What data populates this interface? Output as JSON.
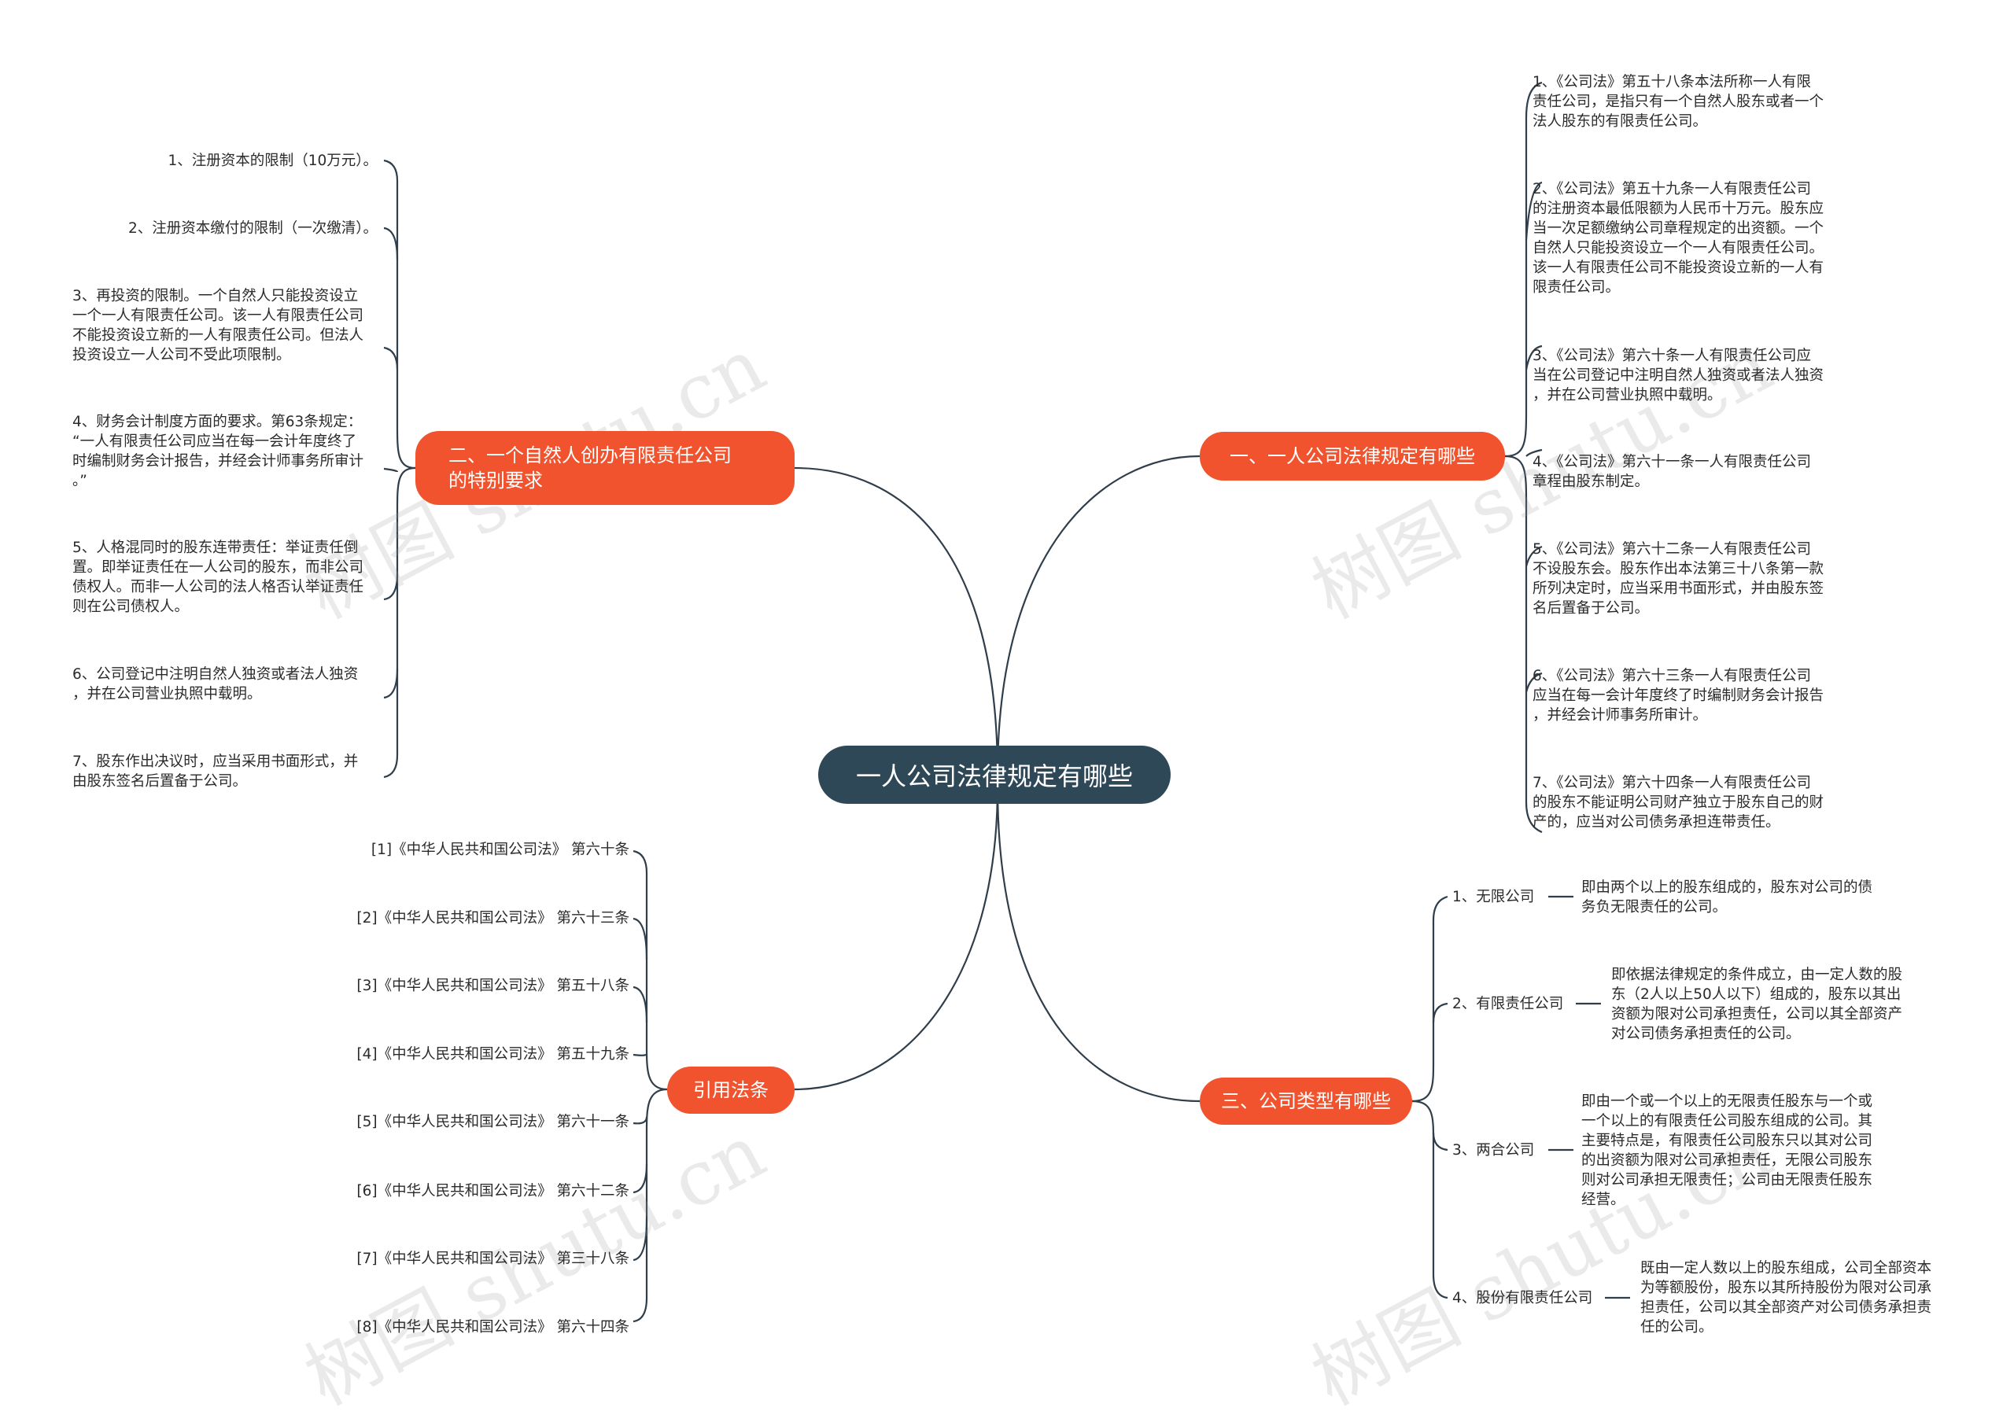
{
  "root": {
    "title": "一人公司法律规定有哪些"
  },
  "watermark": "树图 shutu.cn",
  "colors": {
    "root": "#2f4858",
    "branch": "#f1532e",
    "line": "#2f3e4a"
  },
  "branch1": {
    "title": "一、一人公司法律规定有哪些",
    "items": [
      "1、《公司法》第五十八条本法所称一人有限\n责任公司，是指只有一个自然人股东或者一个\n法人股东的有限责任公司。",
      "2、《公司法》第五十九条一人有限责任公司\n的注册资本最低限额为人民币十万元。股东应\n当一次足额缴纳公司章程规定的出资额。一个\n自然人只能投资设立一个一人有限责任公司。\n该一人有限责任公司不能投资设立新的一人有\n限责任公司。",
      "3、《公司法》第六十条一人有限责任公司应\n当在公司登记中注明自然人独资或者法人独资\n，并在公司营业执照中载明。",
      "4、《公司法》第六十一条一人有限责任公司\n章程由股东制定。",
      "5、《公司法》第六十二条一人有限责任公司\n不设股东会。股东作出本法第三十八条第一款\n所列决定时，应当采用书面形式，并由股东签\n名后置备于公司。",
      "6、《公司法》第六十三条一人有限责任公司\n应当在每一会计年度终了时编制财务会计报告\n，并经会计师事务所审计。",
      "7、《公司法》第六十四条一人有限责任公司\n的股东不能证明公司财产独立于股东自己的财\n产的，应当对公司债务承担连带责任。"
    ]
  },
  "branch2": {
    "title": "二、一个自然人创办有限责任公司\n的特别要求",
    "items": [
      "1、注册资本的限制（10万元）。",
      "2、注册资本缴付的限制（一次缴清）。",
      "3、再投资的限制。一个自然人只能投资设立\n一个一人有限责任公司。该一人有限责任公司\n不能投资设立新的一人有限责任公司。但法人\n投资设立一人公司不受此项限制。",
      "4、财务会计制度方面的要求。第63条规定：\n“一人有限责任公司应当在每一会计年度终了\n时编制财务会计报告，并经会计师事务所审计\n。”",
      "5、人格混同时的股东连带责任：举证责任倒\n置。即举证责任在一人公司的股东，而非公司\n债权人。而非一人公司的法人格否认举证责任\n则在公司债权人。",
      "6、公司登记中注明自然人独资或者法人独资\n，并在公司营业执照中载明。",
      "7、股东作出决议时，应当采用书面形式，并\n由股东签名后置备于公司。"
    ]
  },
  "branch3": {
    "title": "三、公司类型有哪些",
    "items": [
      {
        "label": "1、无限公司",
        "desc": "即由两个以上的股东组成的，股东对公司的债\n务负无限责任的公司。"
      },
      {
        "label": "2、有限责任公司",
        "desc": "即依据法律规定的条件成立，由一定人数的股\n东（2人以上50人以下）组成的，股东以其出\n资额为限对公司承担责任，公司以其全部资产\n对公司债务承担责任的公司。"
      },
      {
        "label": "3、两合公司",
        "desc": "即由一个或一个以上的无限责任股东与一个或\n一个以上的有限责任公司股东组成的公司。其\n主要特点是，有限责任公司股东只以其对公司\n的出资额为限对公司承担责任，无限公司股东\n则对公司承担无限责任；公司由无限责任股东\n经营。"
      },
      {
        "label": "4、股份有限责任公司",
        "desc": "既由一定人数以上的股东组成，公司全部资本\n为等额股份，股东以其所持股份为限对公司承\n担责任，公司以其全部资产对公司债务承担责\n任的公司。"
      }
    ]
  },
  "branch4": {
    "title": "引用法条",
    "items": [
      "[1]《中华人民共和国公司法》 第六十条",
      "[2]《中华人民共和国公司法》 第六十三条",
      "[3]《中华人民共和国公司法》 第五十八条",
      "[4]《中华人民共和国公司法》 第五十九条",
      "[5]《中华人民共和国公司法》 第六十一条",
      "[6]《中华人民共和国公司法》 第六十二条",
      "[7]《中华人民共和国公司法》 第三十八条",
      "[8]《中华人民共和国公司法》 第六十四条"
    ]
  }
}
